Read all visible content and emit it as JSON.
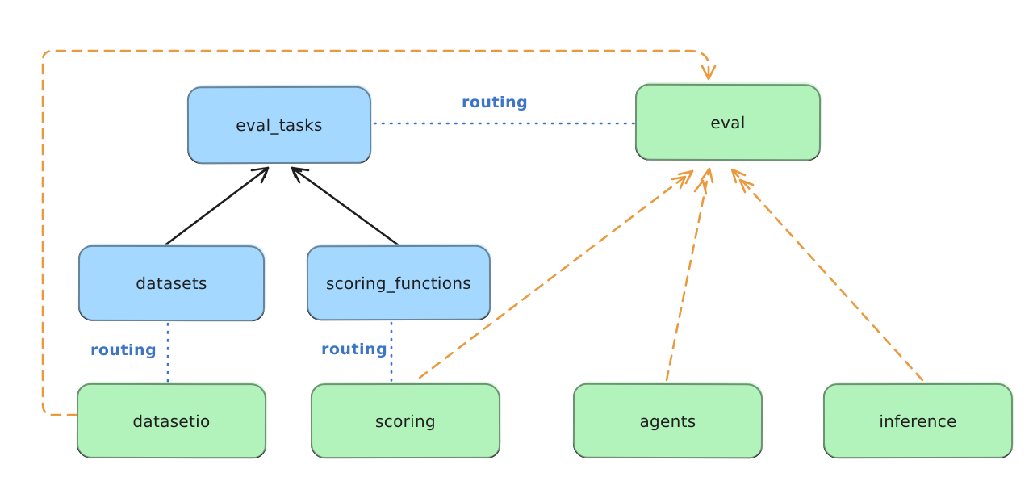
{
  "diagram": {
    "colors": {
      "api_box_fill": "#a5d8ff",
      "provider_box_fill": "#b2f2bb",
      "box_border": "#1e1e1e",
      "routing_line": "#3d74c6",
      "provider_arrow": "#ea9a3e",
      "dependency_arrow": "#1e1e1e",
      "background": "#ffffff"
    },
    "nodes": [
      {
        "id": "eval_tasks",
        "label": "eval_tasks",
        "kind": "blue"
      },
      {
        "id": "eval",
        "label": "eval",
        "kind": "green"
      },
      {
        "id": "datasets",
        "label": "datasets",
        "kind": "blue"
      },
      {
        "id": "scoring_functions",
        "label": "scoring_functions",
        "kind": "blue"
      },
      {
        "id": "datasetio",
        "label": "datasetio",
        "kind": "green"
      },
      {
        "id": "scoring",
        "label": "scoring",
        "kind": "green"
      },
      {
        "id": "agents",
        "label": "agents",
        "kind": "green"
      },
      {
        "id": "inference",
        "label": "inference",
        "kind": "green"
      }
    ],
    "edges": [
      {
        "from": "datasets",
        "to": "eval_tasks",
        "style": "solid-black-arrow",
        "label": ""
      },
      {
        "from": "scoring_functions",
        "to": "eval_tasks",
        "style": "solid-black-arrow",
        "label": ""
      },
      {
        "from": "eval_tasks",
        "to": "eval",
        "style": "dotted-blue",
        "label": "routing"
      },
      {
        "from": "datasets",
        "to": "datasetio",
        "style": "dotted-blue",
        "label": "routing"
      },
      {
        "from": "scoring_functions",
        "to": "scoring",
        "style": "dotted-blue",
        "label": "routing"
      },
      {
        "from": "datasetio",
        "to": "eval",
        "style": "dashed-orange-arrow",
        "label": ""
      },
      {
        "from": "scoring",
        "to": "eval",
        "style": "dashed-orange-arrow",
        "label": ""
      },
      {
        "from": "agents",
        "to": "eval",
        "style": "dashed-orange-arrow",
        "label": ""
      },
      {
        "from": "inference",
        "to": "eval",
        "style": "dashed-orange-arrow",
        "label": ""
      }
    ]
  }
}
